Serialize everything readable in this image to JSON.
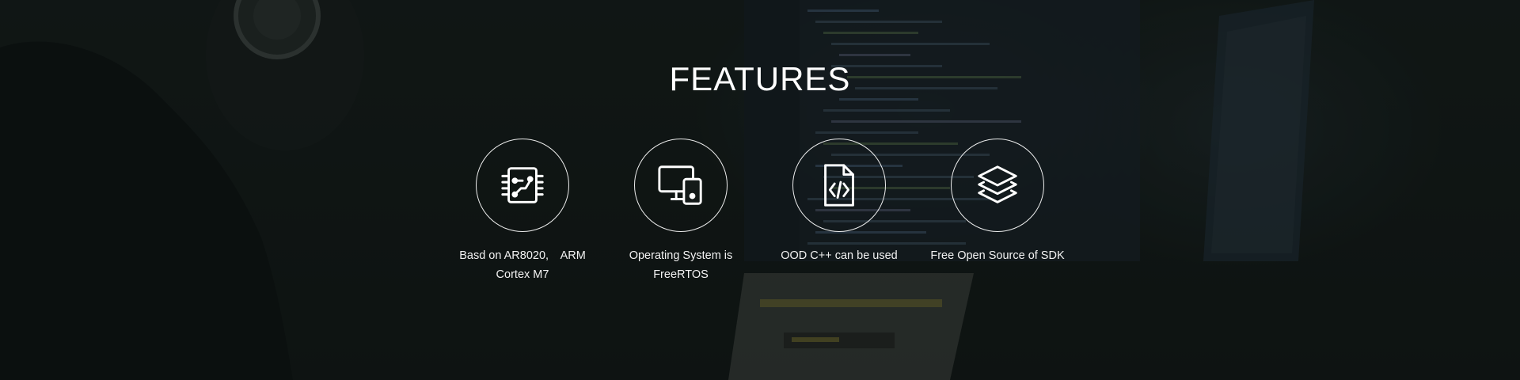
{
  "section": {
    "title": "FEATURES"
  },
  "features": [
    {
      "icon": "chip-icon",
      "caption": "Basd on AR8020,　ARM Cortex M7"
    },
    {
      "icon": "devices-icon",
      "caption": "Operating System is FreeRTOS"
    },
    {
      "icon": "code-file-icon",
      "caption": "OOD C++ can be used"
    },
    {
      "icon": "layers-icon",
      "caption": "Free Open Source of SDK"
    }
  ],
  "colors": {
    "background": "#121716",
    "text": "#ffffff",
    "circle_border": "#ffffff"
  }
}
